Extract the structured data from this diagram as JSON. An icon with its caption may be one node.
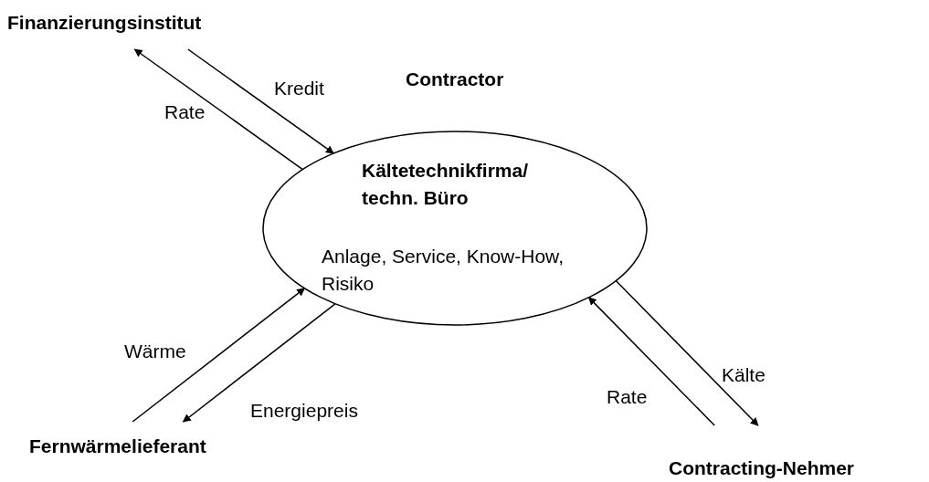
{
  "diagram": {
    "nodes": [
      {
        "text": [
          "Finanzierungsinstitut"
        ]
      },
      {
        "text": [
          "Contractor",
          "Kältetechnikfirma/ techn. Büro",
          "Anlage, Service, Know-How, Risiko"
        ]
      },
      {
        "text": [
          "Fernwärmelieferant"
        ]
      },
      {
        "text": [
          "Contracting-Nehmer"
        ]
      }
    ],
    "edges": [
      {
        "from": 1,
        "to": 0,
        "arrow": "to",
        "label": "Rate"
      },
      {
        "from": 0,
        "to": 1,
        "arrow": "to",
        "label": "Kredit"
      },
      {
        "from": 2,
        "to": 1,
        "arrow": "to",
        "label": "Wärme"
      },
      {
        "from": 1,
        "to": 2,
        "arrow": "to",
        "label": "Energiepreis"
      },
      {
        "from": 1,
        "to": 3,
        "arrow": "to",
        "label": "Kälte"
      },
      {
        "from": 3,
        "to": 1,
        "arrow": "to",
        "label": "Rate"
      }
    ]
  }
}
